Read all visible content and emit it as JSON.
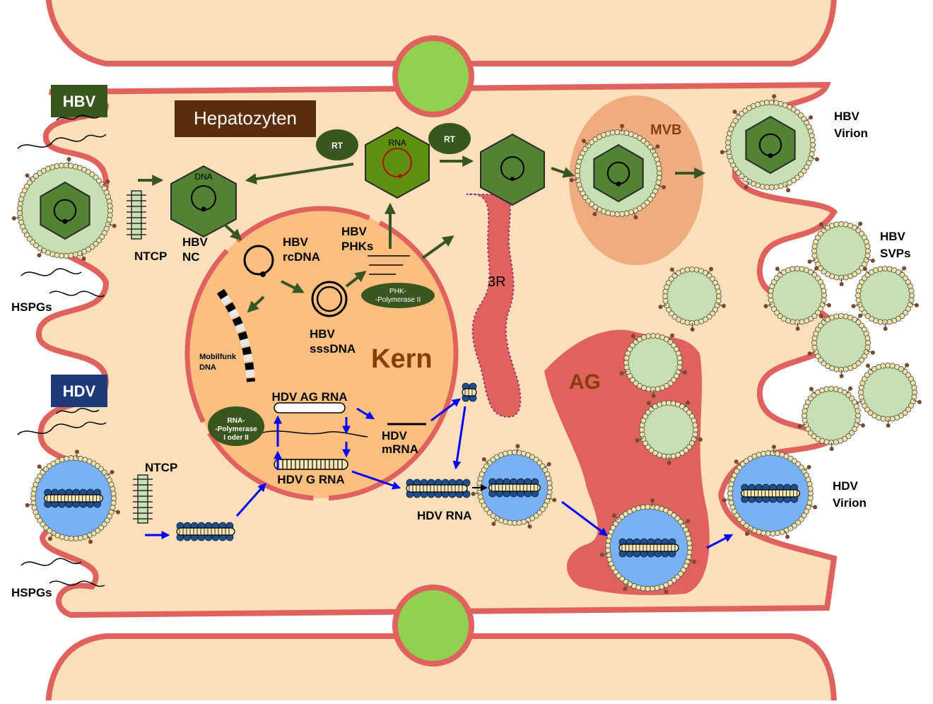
{
  "diagram": {
    "labels": {
      "hbv_tag": "HBV",
      "hdv_tag": "HDV",
      "hepatozyten": "Hepatozyten",
      "kern": "Kern",
      "mvb": "MVB",
      "er": "3R",
      "ag": "AG",
      "rt1": "RT",
      "rt2": "RT",
      "rna": "RNA",
      "dna": "DNA",
      "hbv_nc": [
        "HBV",
        "NC"
      ],
      "hbv_rcdna": [
        "HBV",
        "rcDNA"
      ],
      "hbv_sssdna": [
        "HBV",
        "sssDNA"
      ],
      "hbv_phks": [
        "HBV",
        "PHKs"
      ],
      "phk_pol": [
        "PHK-",
        "-Polymerase II"
      ],
      "rna_pol": [
        "RNA-",
        "-Polymerase",
        "I oder II"
      ],
      "mobilfunk": [
        "Mobilfunk",
        "DNA"
      ],
      "ntcp_top": "NTCP",
      "ntcp_bottom": "NTCP",
      "hspgs_top": "HSPGs",
      "hspgs_bottom": "HSPGs",
      "hdv_ag_rna": "HDV AG RNA",
      "hdv_g_rna": "HDV G RNA",
      "hdv_mrna": [
        "HDV",
        "mRNA"
      ],
      "hdv_rna": "HDV RNA",
      "hbv_virion": [
        "HBV",
        "Virion"
      ],
      "hbv_svps": [
        "HBV",
        "SVPs"
      ],
      "hdv_virion": [
        "HDV",
        "Virion"
      ]
    },
    "colors": {
      "background": "#ffffff",
      "cytoplasm": "#fde0bb",
      "membrane": "#e0625e",
      "nucleus": "#fcbf80",
      "junction": "#92d050",
      "capsid": "#548235",
      "capsid_stroke": "#2a2a2a",
      "envelope": "#c6e0b4",
      "hdv_envelope": "#7ab1f5",
      "beads": "#efe2a6",
      "spikes": "#7b4a2a",
      "hbv_arrow": "#375623",
      "hdv_arrow": "#0000ff",
      "hbv_tag": "#38561d",
      "hdv_tag": "#1f3a7a",
      "hepatozyten_box": "#5a2d0c",
      "mvb": "#f0ac80",
      "rna_hex": "#5e8f0f",
      "kern_text": "#8a3c0a"
    }
  }
}
